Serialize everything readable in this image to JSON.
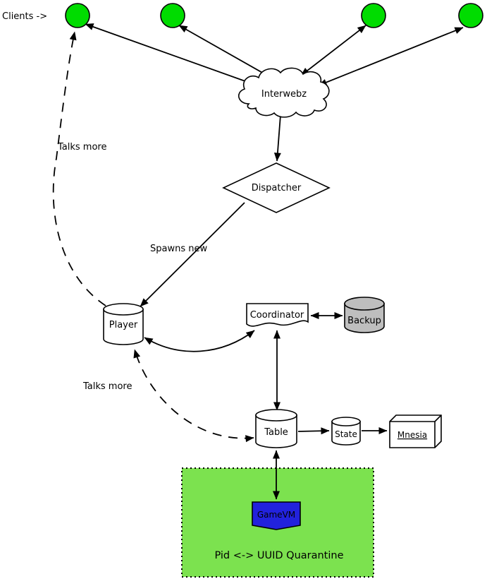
{
  "labels": {
    "clients": "Clients ->",
    "interwebz": "Interwebz",
    "dispatcher": "Dispatcher",
    "spawns_new": "Spawns new",
    "talks_more_top": "Talks more",
    "talks_more_bottom": "Talks more",
    "player": "Player",
    "coordinator": "Coordinator",
    "backup": "Backup",
    "table": "Table",
    "state": "State",
    "mnesia": "Mnesia",
    "quarantine": "Pid <-> UUID Quarantine",
    "gamevm": "GameVM"
  },
  "colors": {
    "client_green": "#00dc00",
    "backup_gray": "#bebebe",
    "quarantine_green": "#7ce24f",
    "gamevm_blue": "#2222dd",
    "line": "#000000",
    "shape_fill": "#ffffff"
  }
}
